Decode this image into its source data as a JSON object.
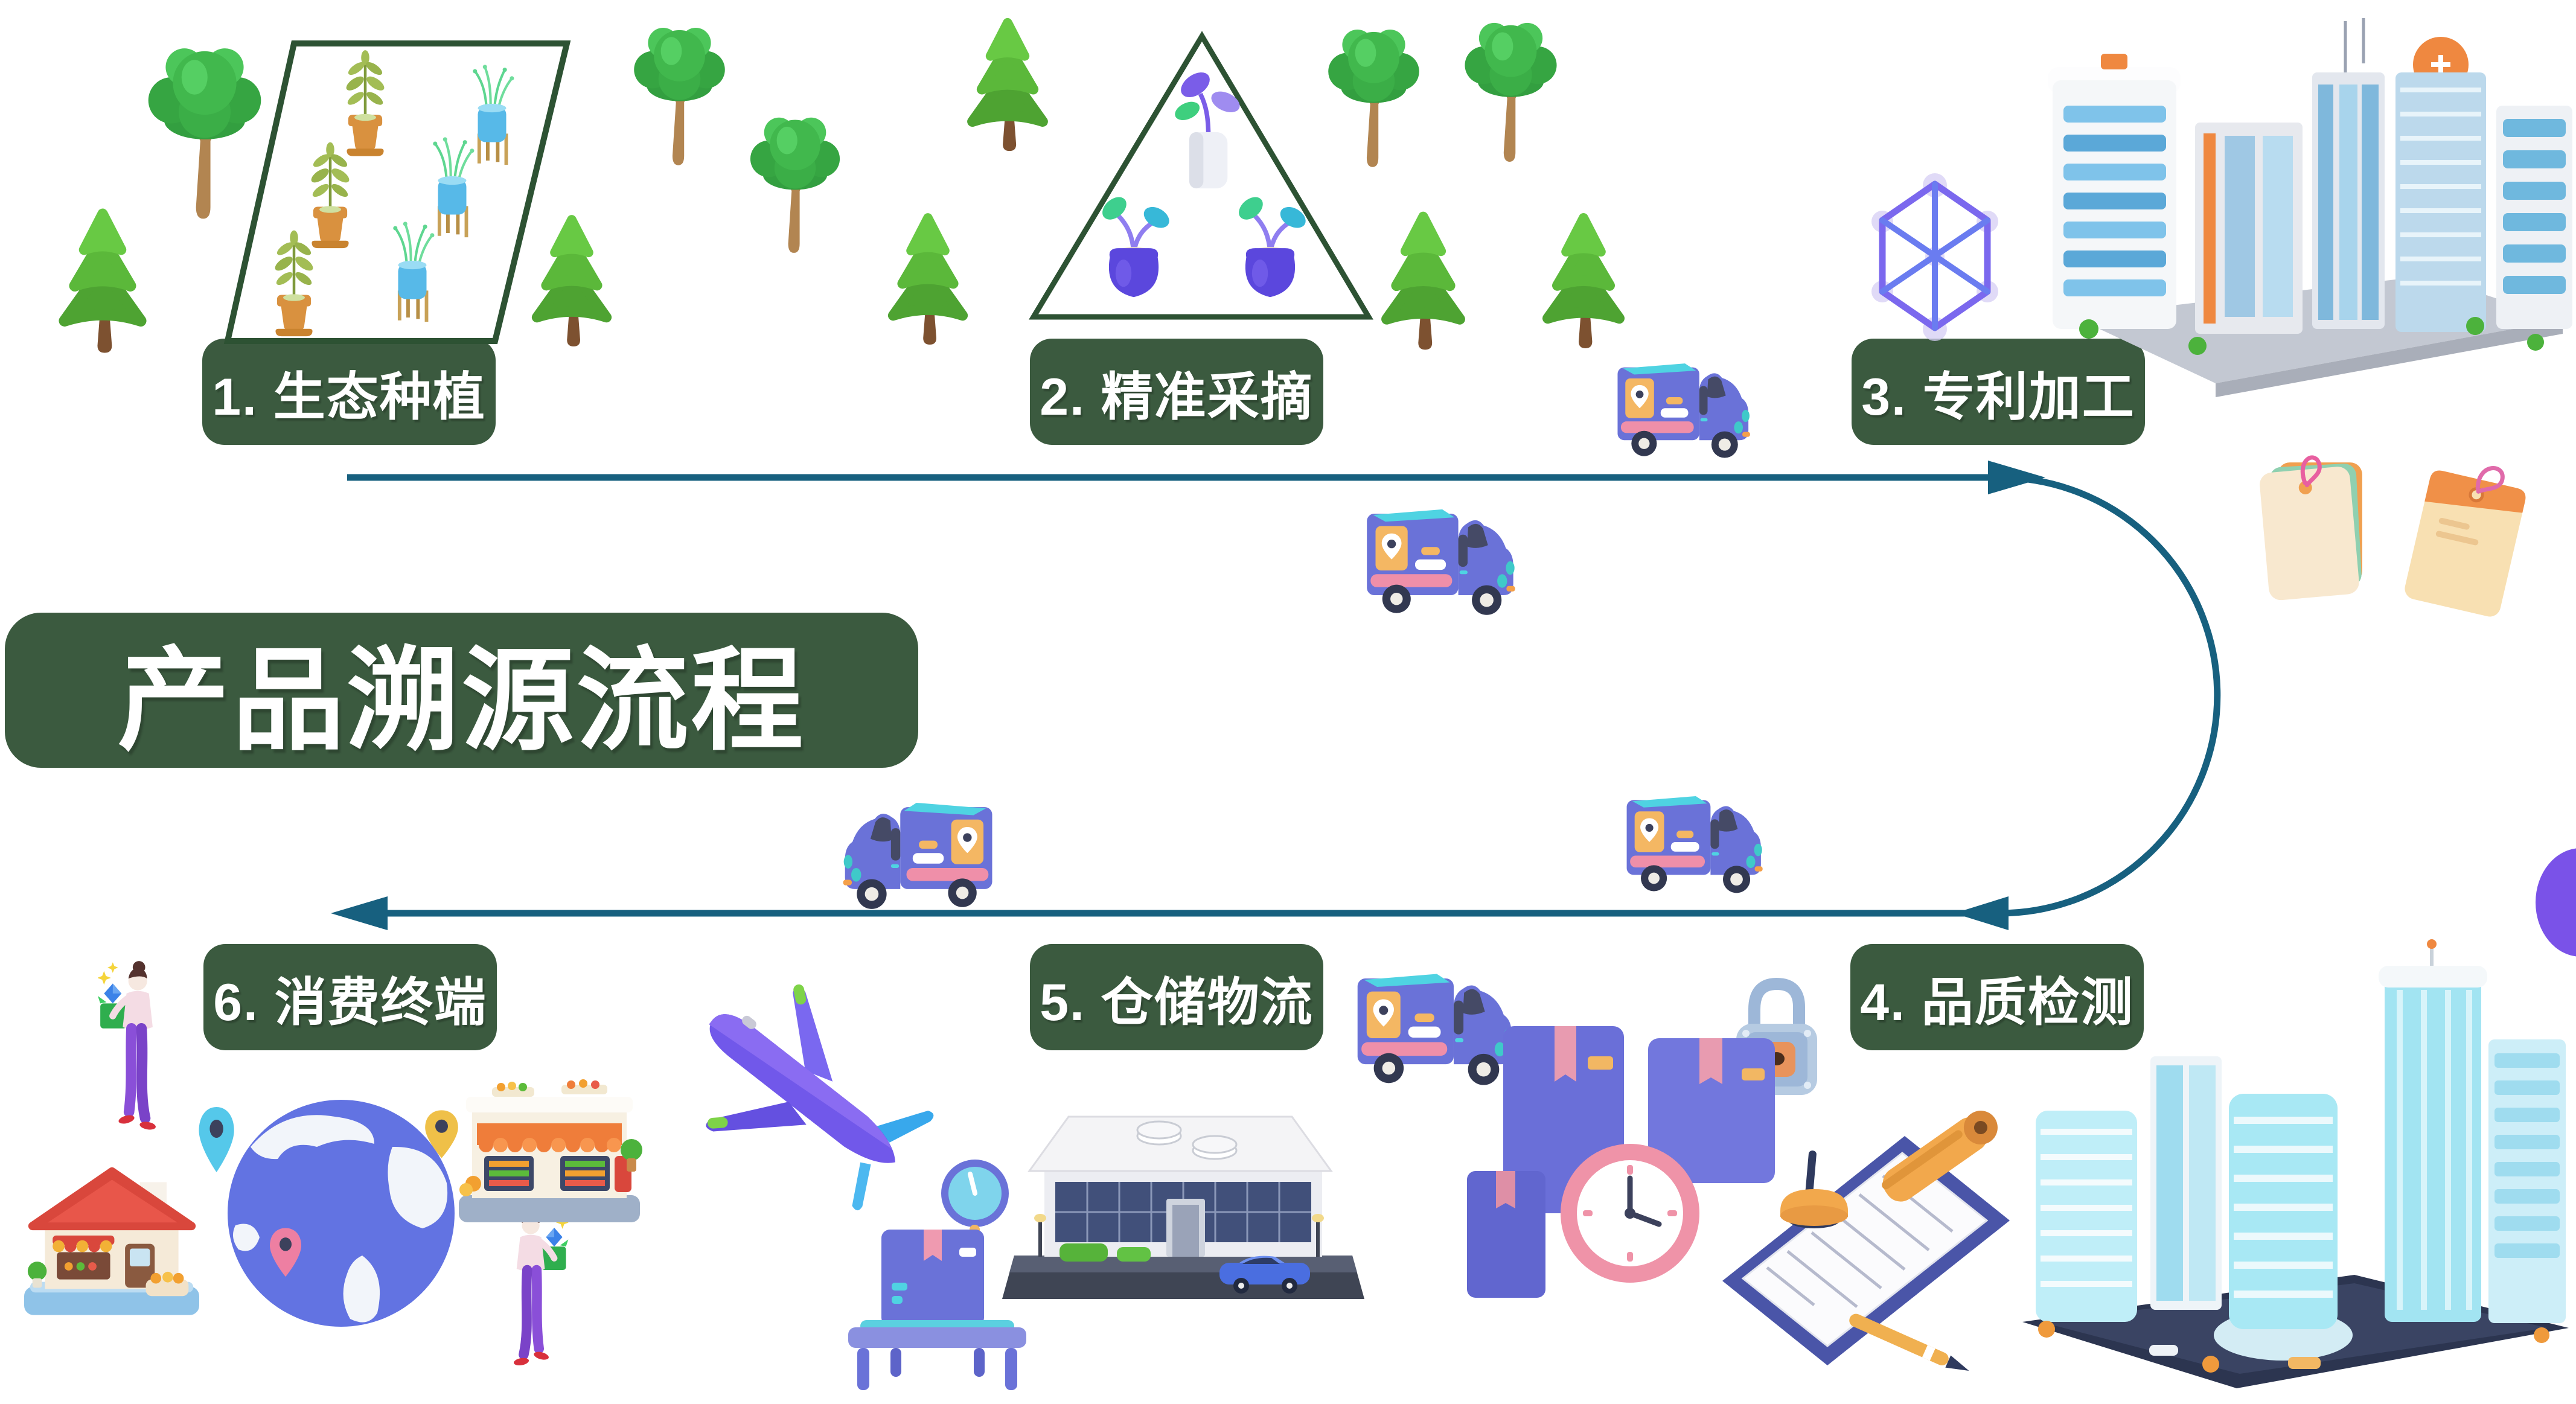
{
  "title": "产品溯源流程",
  "steps": [
    {
      "label": "1. 生态种植"
    },
    {
      "label": "2. 精准采摘"
    },
    {
      "label": "3. 专利加工"
    },
    {
      "label": "4. 品质检测"
    },
    {
      "label": "5. 仓储物流"
    },
    {
      "label": "6. 消费终端"
    }
  ],
  "flow": {
    "top_direction": "left-to-right",
    "bottom_direction": "right-to-left",
    "shape": "top line, right semicircle curve, bottom line with left arrowhead"
  },
  "colors": {
    "step_label_bg": "#3b5a3f",
    "title_bg": "#3b5a3f",
    "arrow": "#17607f",
    "field_outline": "#2d5233",
    "background": "#ffffff",
    "truck_body": "#6a72d8",
    "globe": "#6273e2"
  },
  "icons": {
    "step1": [
      "round-tree-icon",
      "pine-tree-icon",
      "planting-field-icon",
      "olive-seedling-pot-icon",
      "grass-planter-icon"
    ],
    "step2": [
      "picking-triangle-icon",
      "white-pot-sprout-icon",
      "purple-pot-sprout-icon"
    ],
    "step3": [
      "blockchain-cube-icon",
      "factory-city-icon",
      "price-tags-icon",
      "delivery-truck-icon"
    ],
    "step4": [
      "padlock-icon",
      "certificate-stamp-icon",
      "scroll-icon",
      "pen-icon",
      "blue-city-icon"
    ],
    "step5": [
      "airplane-icon",
      "weighing-scale-icon",
      "warehouse-icon",
      "parcel-clock-icon",
      "delivery-truck-icon"
    ],
    "step6": [
      "shopper-with-gift-icon",
      "globe-icon",
      "red-roof-shop-icon",
      "orange-awning-store-icon",
      "location-pin-icon"
    ]
  }
}
